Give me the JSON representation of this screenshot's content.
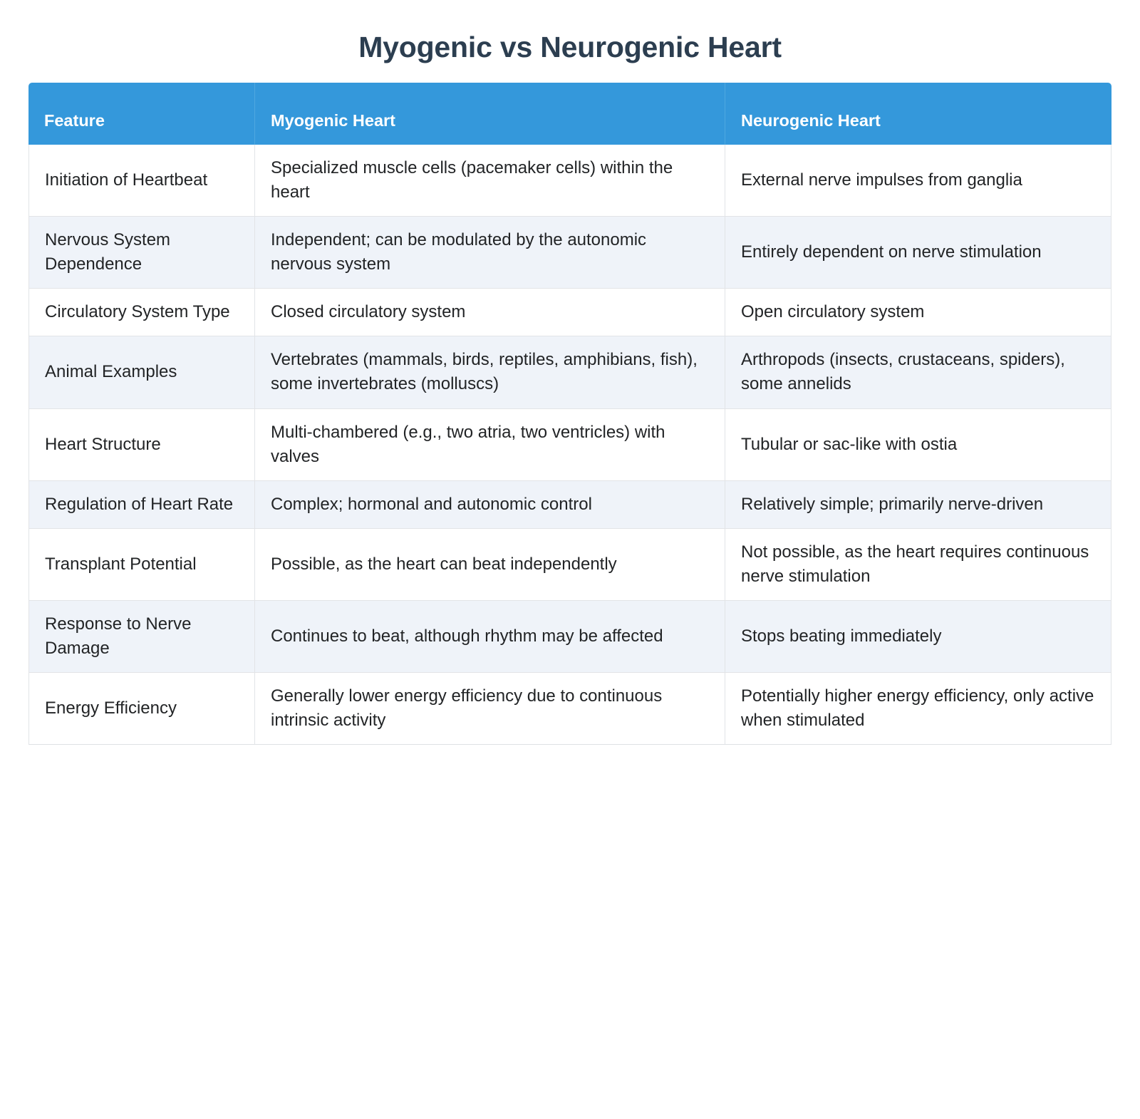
{
  "page": {
    "title": "Myogenic vs Neurogenic Heart",
    "header_bg": "#3498db",
    "header_text_color": "#ffffff",
    "title_color": "#2c3e50",
    "stripe_color": "#eff3f9",
    "border_color": "#e2e4e7",
    "body_text_color": "#222426"
  },
  "table": {
    "columns": [
      "Feature",
      "Myogenic Heart",
      "Neurogenic Heart"
    ],
    "rows": [
      {
        "feature": "Initiation of Heartbeat",
        "myogenic": "Specialized muscle cells (pacemaker cells) within the heart",
        "neurogenic": "External nerve impulses from ganglia"
      },
      {
        "feature": "Nervous System Dependence",
        "myogenic": "Independent; can be modulated by the autonomic nervous system",
        "neurogenic": "Entirely dependent on nerve stimulation"
      },
      {
        "feature": "Circulatory System Type",
        "myogenic": "Closed circulatory system",
        "neurogenic": "Open circulatory system"
      },
      {
        "feature": "Animal Examples",
        "myogenic": "Vertebrates (mammals, birds, reptiles, amphibians, fish), some invertebrates (molluscs)",
        "neurogenic": "Arthropods (insects, crustaceans, spiders), some annelids"
      },
      {
        "feature": "Heart Structure",
        "myogenic": "Multi-chambered (e.g., two atria, two ventricles) with valves",
        "neurogenic": "Tubular or sac-like with ostia"
      },
      {
        "feature": "Regulation of Heart Rate",
        "myogenic": "Complex; hormonal and autonomic control",
        "neurogenic": "Relatively simple; primarily nerve-driven"
      },
      {
        "feature": "Transplant Potential",
        "myogenic": "Possible, as the heart can beat independently",
        "neurogenic": "Not possible, as the heart requires continuous nerve stimulation"
      },
      {
        "feature": "Response to Nerve Damage",
        "myogenic": "Continues to beat, although rhythm may be affected",
        "neurogenic": "Stops beating immediately"
      },
      {
        "feature": "Energy Efficiency",
        "myogenic": "Generally lower energy efficiency due to continuous intrinsic activity",
        "neurogenic": "Potentially higher energy efficiency, only active when stimulated"
      }
    ]
  }
}
